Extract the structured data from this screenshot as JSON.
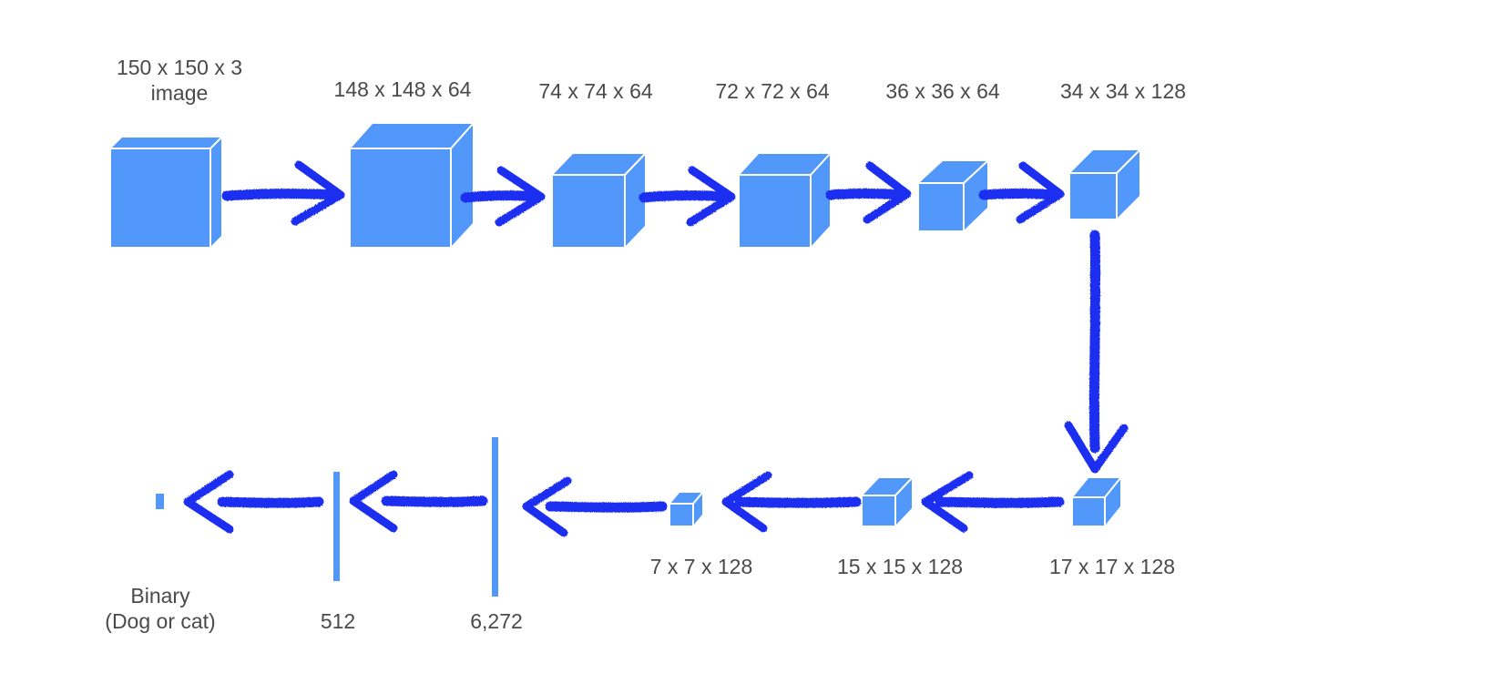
{
  "colors": {
    "block_face": "#5298fb",
    "block_edge": "#ffffff",
    "arrow": "#1a2ff0",
    "label_text": "#4a4a4a",
    "background": "#ffffff"
  },
  "layers": [
    {
      "id": "input",
      "label_line1": "150 x 150 x 3",
      "label_line2": "image",
      "shape": "cube"
    },
    {
      "id": "conv1",
      "label": "148 x 148 x 64",
      "shape": "cube"
    },
    {
      "id": "pool1",
      "label": "74 x 74 x 64",
      "shape": "cube"
    },
    {
      "id": "conv2",
      "label": "72 x 72 x 64",
      "shape": "cube"
    },
    {
      "id": "pool2",
      "label": "36 x 36 x 64",
      "shape": "cube"
    },
    {
      "id": "conv3",
      "label": "34 x 34 x 128",
      "shape": "cube"
    },
    {
      "id": "pool3",
      "label": "17 x 17 x 128",
      "shape": "cube"
    },
    {
      "id": "conv4",
      "label": "15 x 15 x 128",
      "shape": "cube"
    },
    {
      "id": "pool4",
      "label": "7 x 7 x 128",
      "shape": "cube"
    },
    {
      "id": "flatten",
      "label": "6,272",
      "shape": "bar"
    },
    {
      "id": "dense",
      "label": "512",
      "shape": "bar"
    },
    {
      "id": "output",
      "label_line1": "Binary",
      "label_line2": "(Dog or cat)",
      "shape": "dot"
    }
  ]
}
